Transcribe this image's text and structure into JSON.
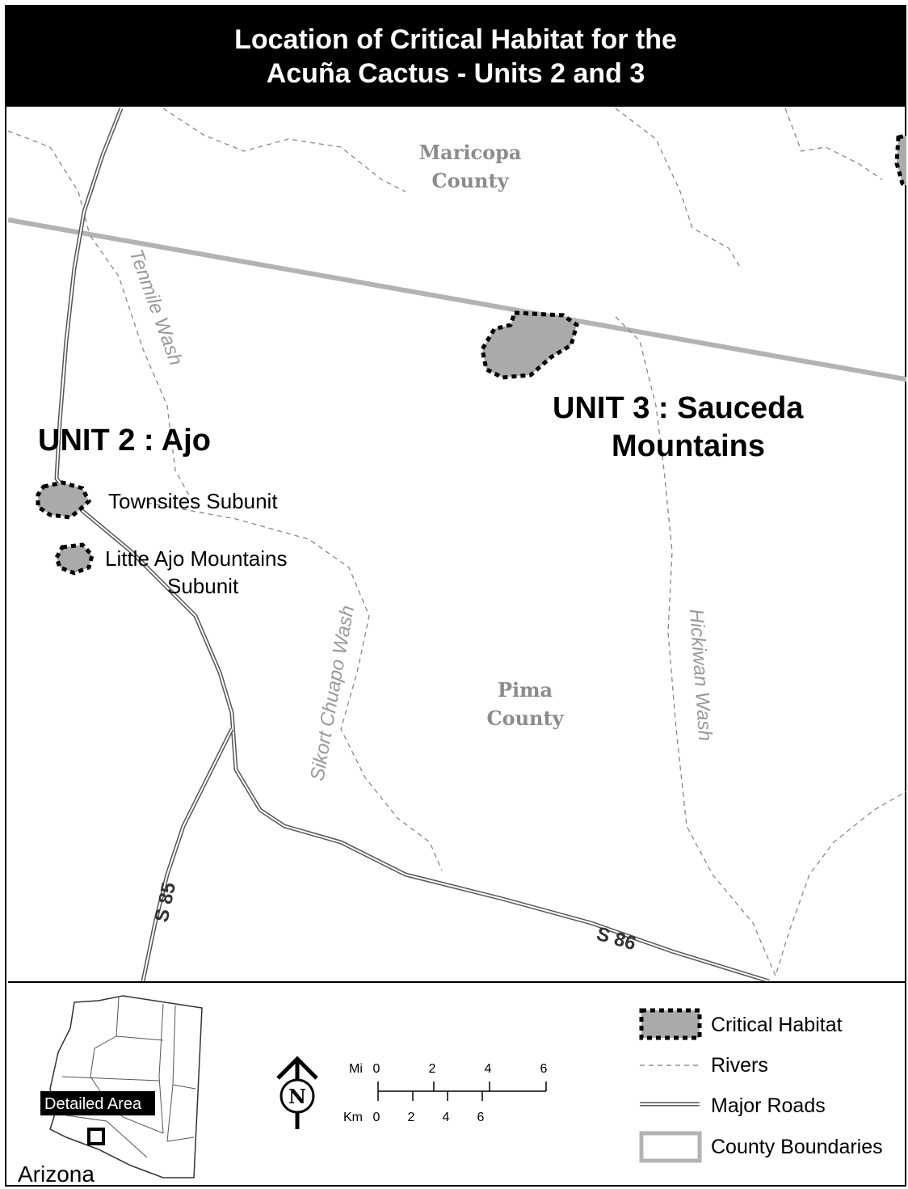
{
  "title": {
    "line1": "Location of Critical Habitat for the",
    "line2": "Acuña Cactus - Units 2 and 3"
  },
  "counties": {
    "north": [
      "Maricopa",
      "County"
    ],
    "south": [
      "Pima",
      "County"
    ]
  },
  "washes": {
    "tenmile": "Tenmile Wash",
    "sikort": "Sikort Chuapo Wash",
    "hickiwan": "Hickiwan Wash"
  },
  "units": {
    "unit2": "UNIT 2 : Ajo",
    "unit3_line1": "UNIT 3 : Sauceda",
    "unit3_line2": "Mountains"
  },
  "subunits": {
    "townsites": "Townsites Subunit",
    "little_ajo_line1": "Little Ajo Mountains",
    "little_ajo_line2": "Subunit"
  },
  "roads": {
    "s85": "S 85",
    "s86": "S 86"
  },
  "inset": {
    "state": "Arizona",
    "detail_label": "Detailed Area"
  },
  "north_arrow": {
    "letter": "N",
    "icon": "north-arrow-icon"
  },
  "scale": {
    "mi_label": "Mi",
    "mi_ticks": [
      "0",
      "2",
      "4",
      "6"
    ],
    "km_label": "Km",
    "km_ticks": [
      "0",
      "2",
      "4",
      "6"
    ]
  },
  "legend": [
    {
      "key": "critical-habitat",
      "label": "Critical Habitat"
    },
    {
      "key": "rivers",
      "label": "Rivers"
    },
    {
      "key": "major-roads",
      "label": "Major Roads"
    },
    {
      "key": "county-boundaries",
      "label": "County Boundaries"
    }
  ],
  "colors": {
    "habitat_fill": "#aaaaaa",
    "boundary_gray": "#b3b3b3",
    "river_gray": "#888888",
    "label_gray": "#8c8c8c"
  }
}
